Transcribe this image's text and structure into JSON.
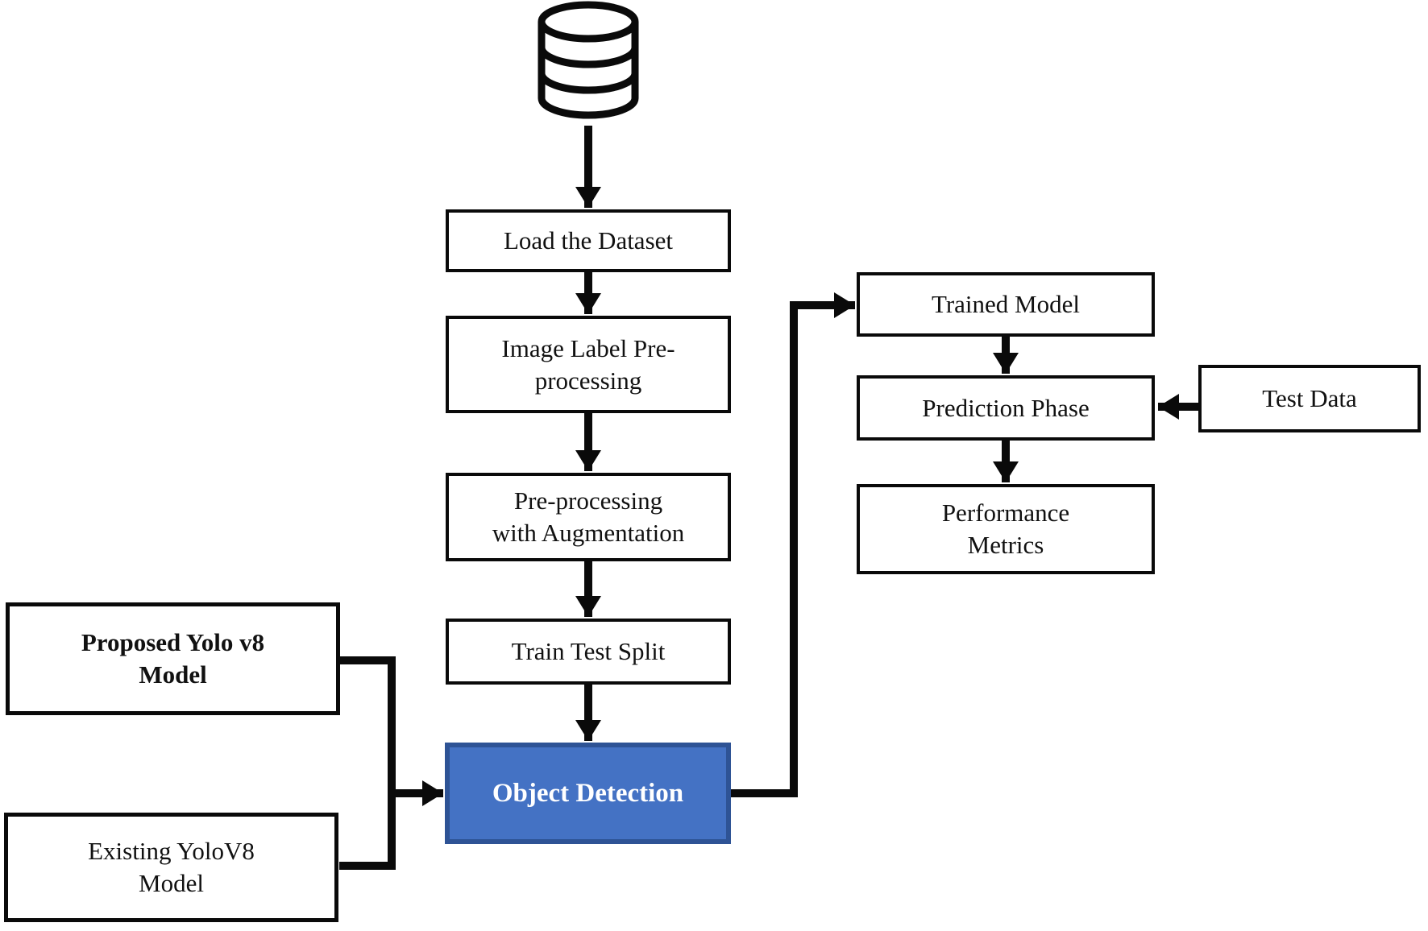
{
  "figure": {
    "type": "flowchart",
    "description": "YOLO v8 object detection training and evaluation pipeline"
  },
  "colors": {
    "background": "#ffffff",
    "line": "#0a0a0a",
    "box_border": "#0a0a0a",
    "text": "#111111",
    "accent_fill": "#4472C4",
    "accent_border": "#2E5395",
    "accent_text": "#ffffff"
  },
  "icons": {
    "database": "database-cylinder"
  },
  "nodes": {
    "load_dataset": {
      "label": "Load the Dataset",
      "lines": [
        "Load the Dataset"
      ]
    },
    "image_label_preprocess": {
      "label": "Image Label Pre-processing",
      "lines": [
        "Image Label Pre-",
        "processing"
      ]
    },
    "preprocess_augmentation": {
      "label": "Pre-processing with Augmentation",
      "lines": [
        "Pre-processing",
        "with Augmentation"
      ]
    },
    "train_test_split": {
      "label": "Train Test Split",
      "lines": [
        "Train Test Split"
      ]
    },
    "object_detection": {
      "label": "Object Detection",
      "lines": [
        "Object Detection"
      ]
    },
    "proposed_model": {
      "label": "Proposed Yolo v8 Model",
      "lines": [
        "Proposed Yolo v8",
        "Model"
      ]
    },
    "existing_model": {
      "label": "Existing YoloV8 Model",
      "lines": [
        "Existing YoloV8",
        "Model"
      ]
    },
    "trained_model": {
      "label": "Trained Model",
      "lines": [
        "Trained Model"
      ]
    },
    "prediction_phase": {
      "label": "Prediction Phase",
      "lines": [
        "Prediction Phase"
      ]
    },
    "performance_metrics": {
      "label": "Performance Metrics",
      "lines": [
        "Performance",
        "Metrics"
      ]
    },
    "test_data": {
      "label": "Test Data",
      "lines": [
        "Test Data"
      ]
    }
  }
}
